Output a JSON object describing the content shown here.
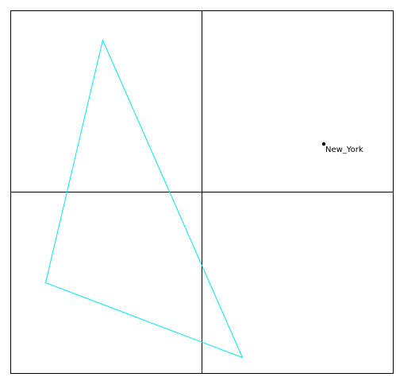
{
  "colors": {
    "frame": "#000000",
    "polygon": "#00e5ee",
    "point": "#000000",
    "background": "#ffffff"
  },
  "grid": {
    "rows": 2,
    "cols": 2
  },
  "point": {
    "label": "New_York"
  }
}
